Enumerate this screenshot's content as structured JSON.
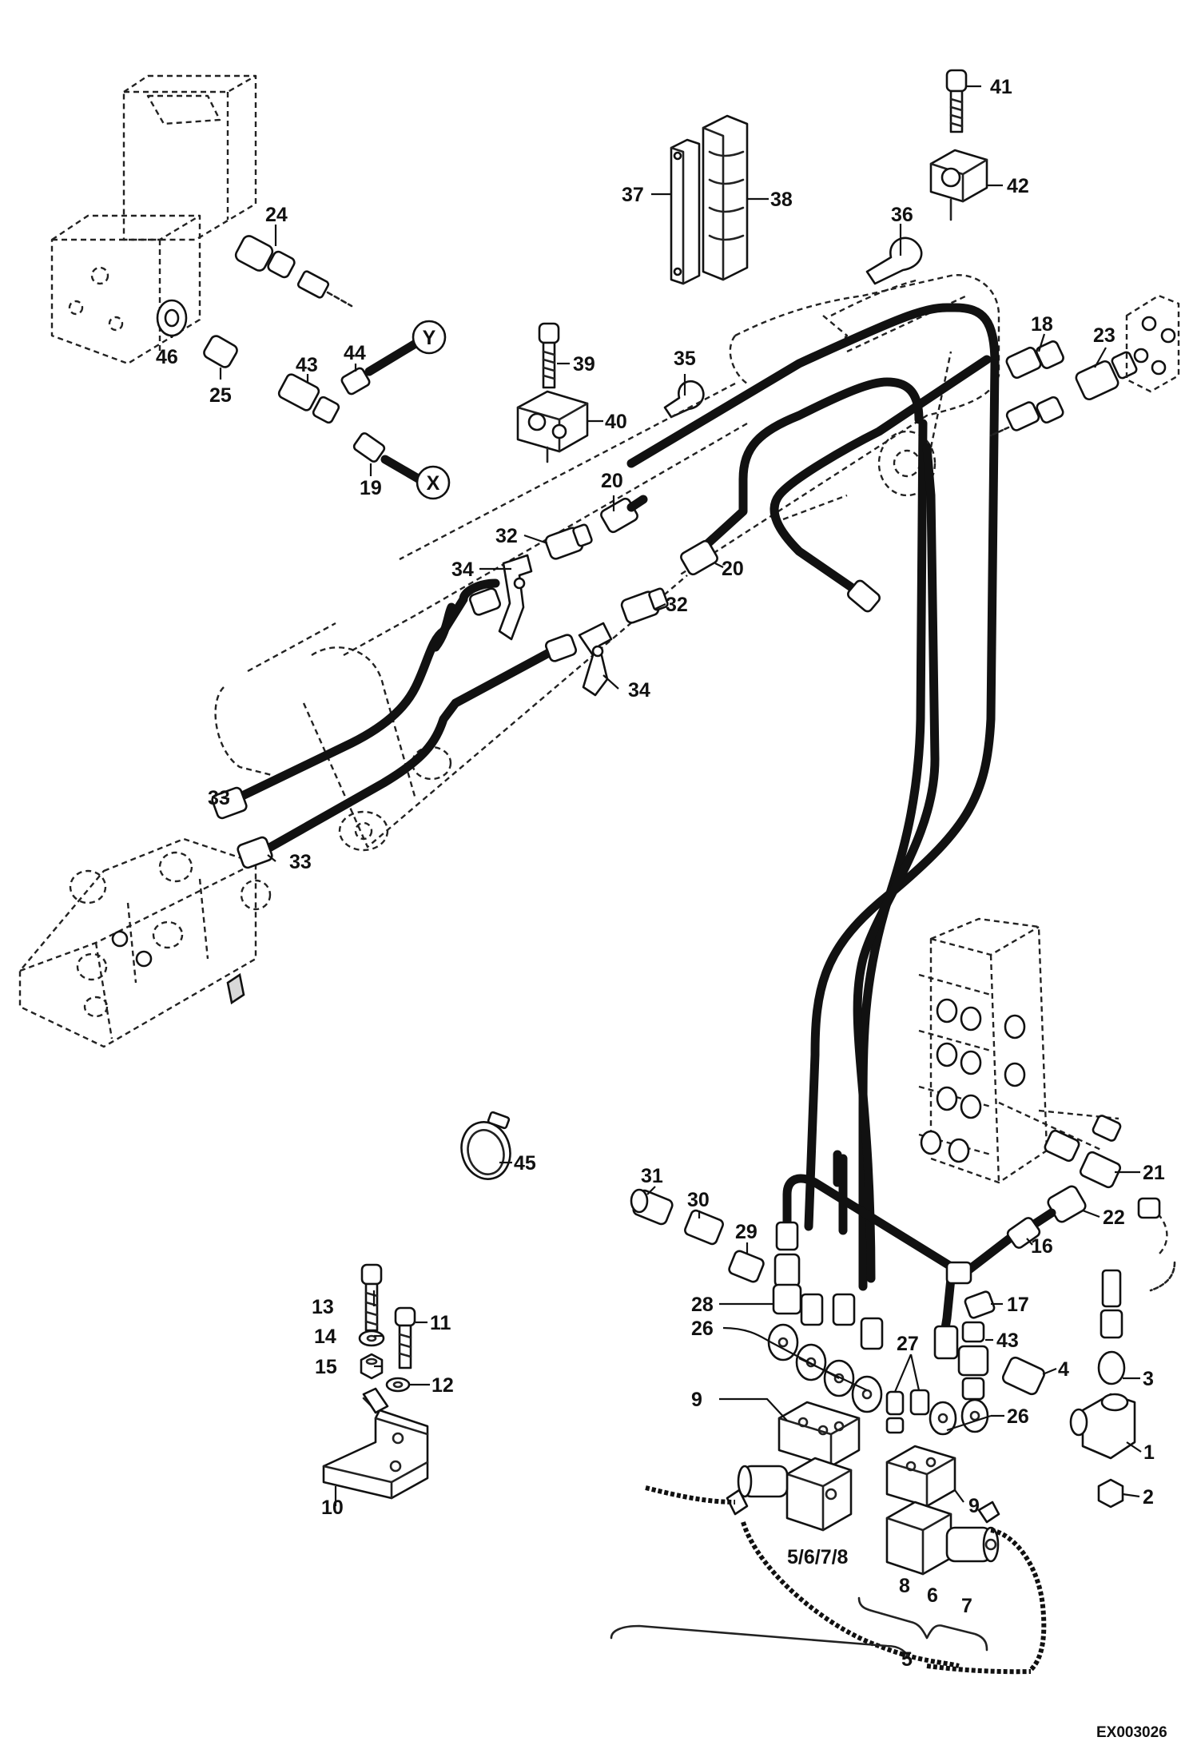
{
  "drawing_code": "EX003026",
  "callouts": {
    "c1": "1",
    "c2": "2",
    "c3": "3",
    "c4": "4",
    "c5": "5",
    "c5678": "5/6/7/8",
    "c6": "6",
    "c7": "7",
    "c8": "8",
    "c9a": "9",
    "c9b": "9",
    "c10": "10",
    "c11": "11",
    "c12": "12",
    "c13": "13",
    "c14": "14",
    "c15": "15",
    "c16": "16",
    "c17": "17",
    "c18": "18",
    "c19": "19",
    "c20a": "20",
    "c20b": "20",
    "c21": "21",
    "c22": "22",
    "c23": "23",
    "c24": "24",
    "c25": "25",
    "c26a": "26",
    "c26b": "26",
    "c27": "27",
    "c28": "28",
    "c29": "29",
    "c30": "30",
    "c31": "31",
    "c32a": "32",
    "c32b": "32",
    "c33a": "33",
    "c33b": "33",
    "c34a": "34",
    "c34b": "34",
    "c35": "35",
    "c36": "36",
    "c37": "37",
    "c38": "38",
    "c39": "39",
    "c40": "40",
    "c41": "41",
    "c42": "42",
    "c43a": "43",
    "c43b": "43",
    "c44": "44",
    "c45": "45",
    "c46": "46"
  },
  "connectors": {
    "x": "X",
    "y": "Y"
  }
}
